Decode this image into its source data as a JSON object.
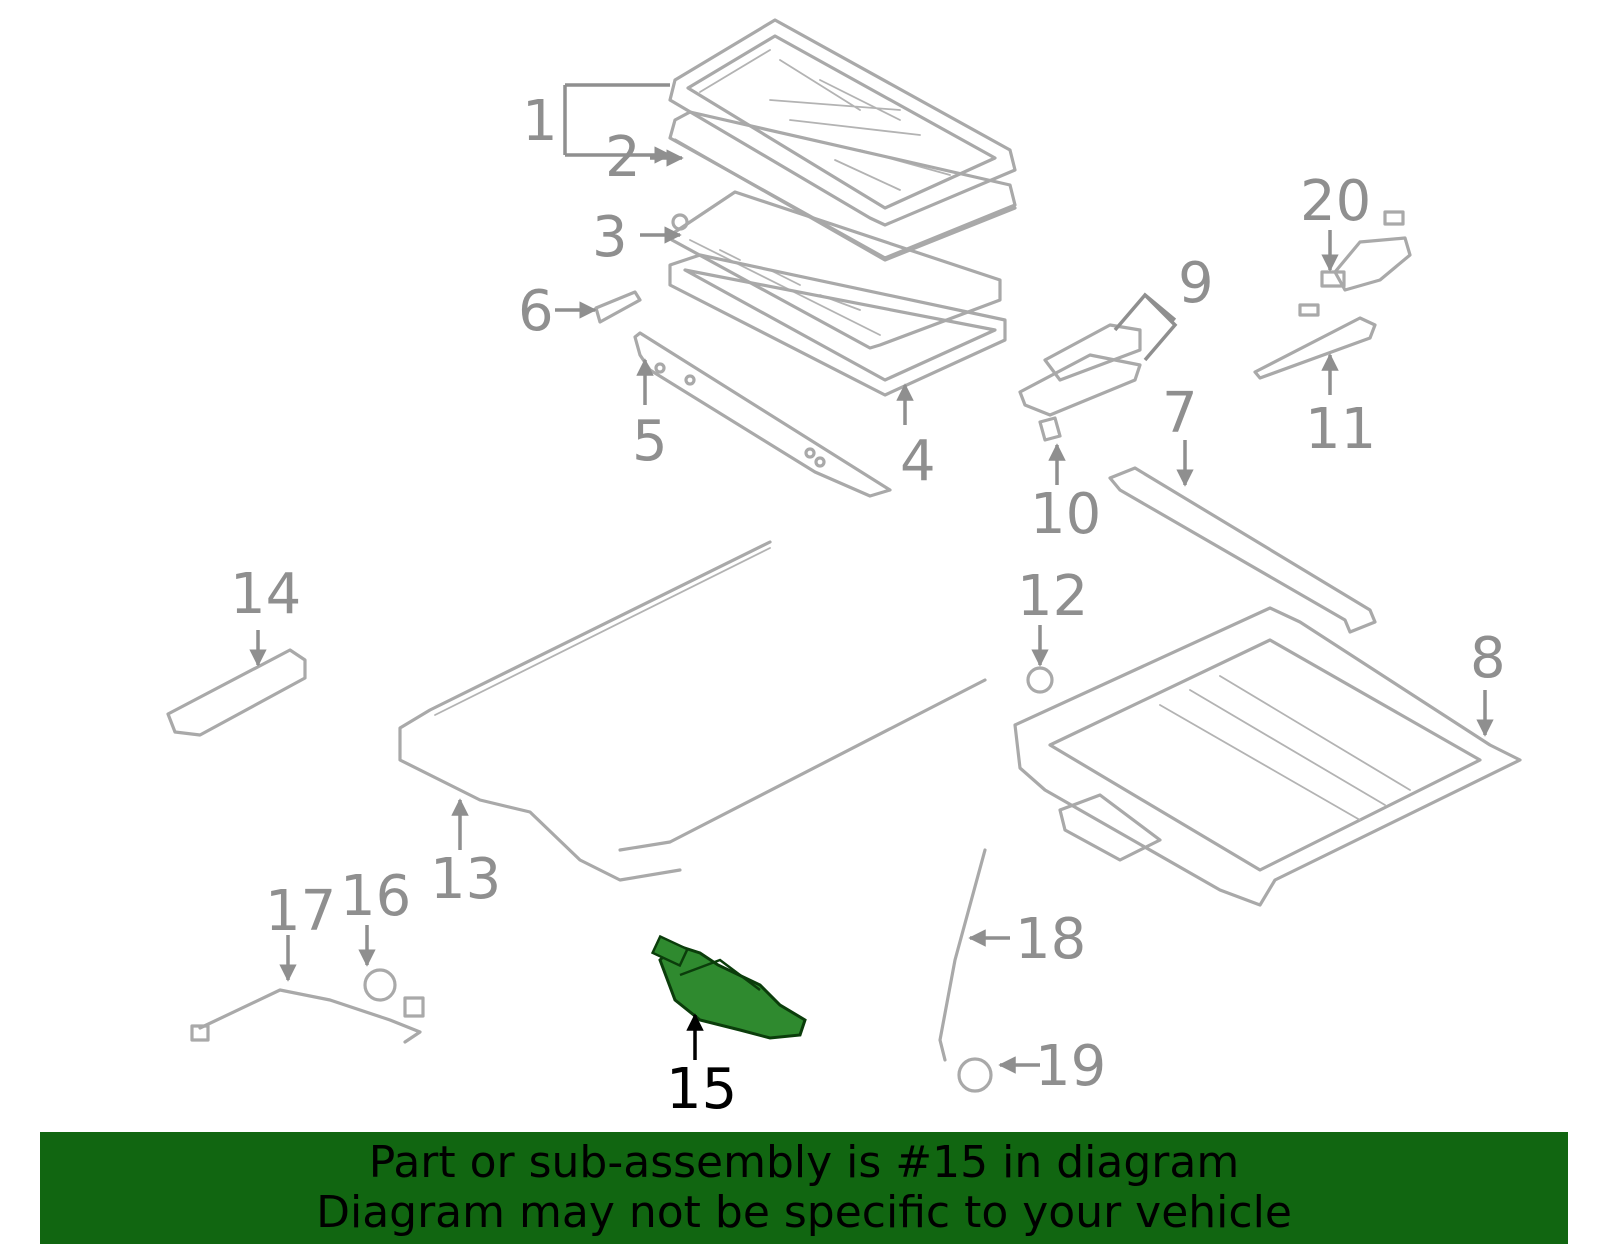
{
  "callouts": [
    "1",
    "2",
    "3",
    "4",
    "5",
    "6",
    "7",
    "8",
    "9",
    "10",
    "11",
    "12",
    "13",
    "14",
    "15",
    "16",
    "17",
    "18",
    "19",
    "20"
  ],
  "highlighted_part": "15",
  "colors": {
    "highlight": "#116611",
    "part_fill": "#2f8a2f",
    "line": "#a9a9a9",
    "label": "#8f8f8f"
  },
  "banner": {
    "line1": "Part or sub-assembly is #15 in diagram",
    "line2": "Diagram may not be specific to your vehicle"
  }
}
